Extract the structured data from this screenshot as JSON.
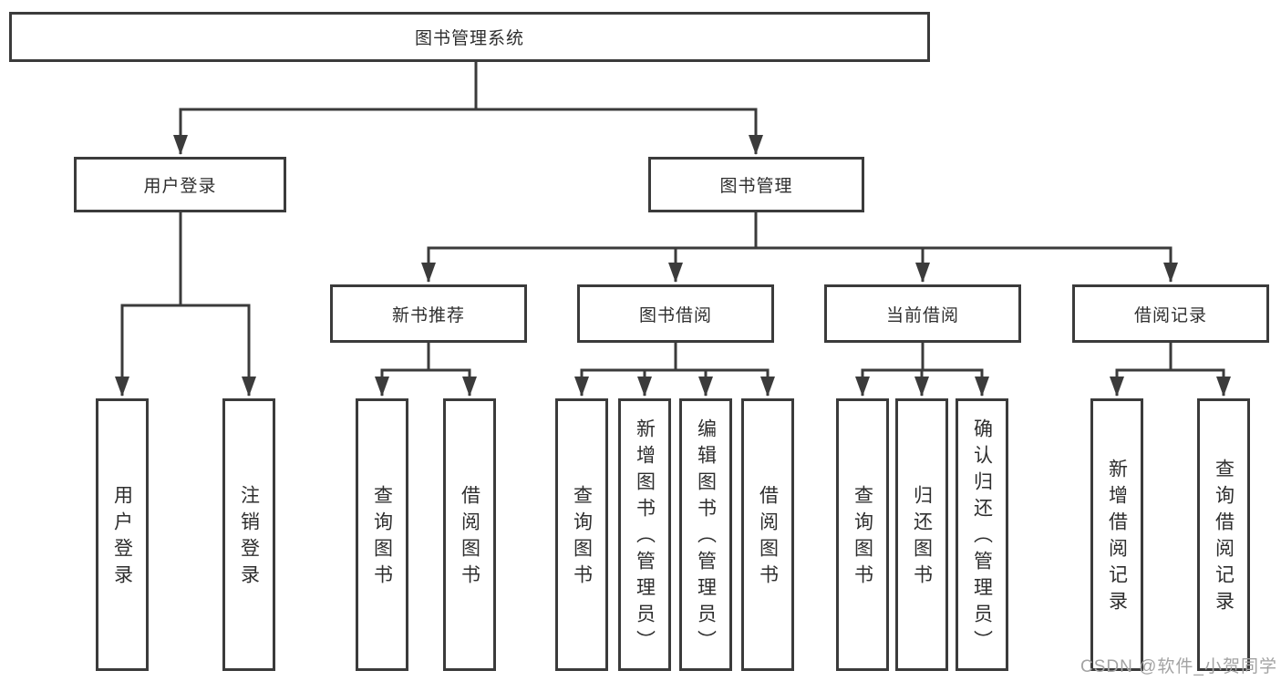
{
  "diagram": {
    "type": "hierarchy-tree",
    "root": {
      "label": "图书管理系统"
    },
    "level2": [
      {
        "label": "用户登录"
      },
      {
        "label": "图书管理"
      }
    ],
    "level3": [
      {
        "label": "新书推荐",
        "parent": "图书管理"
      },
      {
        "label": "图书借阅",
        "parent": "图书管理"
      },
      {
        "label": "当前借阅",
        "parent": "图书管理"
      },
      {
        "label": "借阅记录",
        "parent": "图书管理"
      }
    ],
    "leaves": [
      {
        "label": "用户登录",
        "parent": "用户登录"
      },
      {
        "label": "注销登录",
        "parent": "用户登录"
      },
      {
        "label": "查询图书",
        "parent": "新书推荐"
      },
      {
        "label": "借阅图书",
        "parent": "新书推荐"
      },
      {
        "label": "查询图书",
        "parent": "图书借阅"
      },
      {
        "label": "新增图书（管理员）",
        "parent": "图书借阅"
      },
      {
        "label": "编辑图书（管理员）",
        "parent": "图书借阅"
      },
      {
        "label": "借阅图书",
        "parent": "图书借阅"
      },
      {
        "label": "查询图书",
        "parent": "当前借阅"
      },
      {
        "label": "归还图书",
        "parent": "当前借阅"
      },
      {
        "label": "确认归还（管理员）",
        "parent": "当前借阅"
      },
      {
        "label": "新增借阅记录",
        "parent": "借阅记录"
      },
      {
        "label": "查询借阅记录",
        "parent": "借阅记录"
      }
    ]
  },
  "watermark": {
    "text": "CSDN @软件_小贺同学"
  },
  "colors": {
    "line": "#3b3b3b",
    "text": "#2e2e2e",
    "background": "#ffffff",
    "watermark": "#a3a3a3"
  }
}
